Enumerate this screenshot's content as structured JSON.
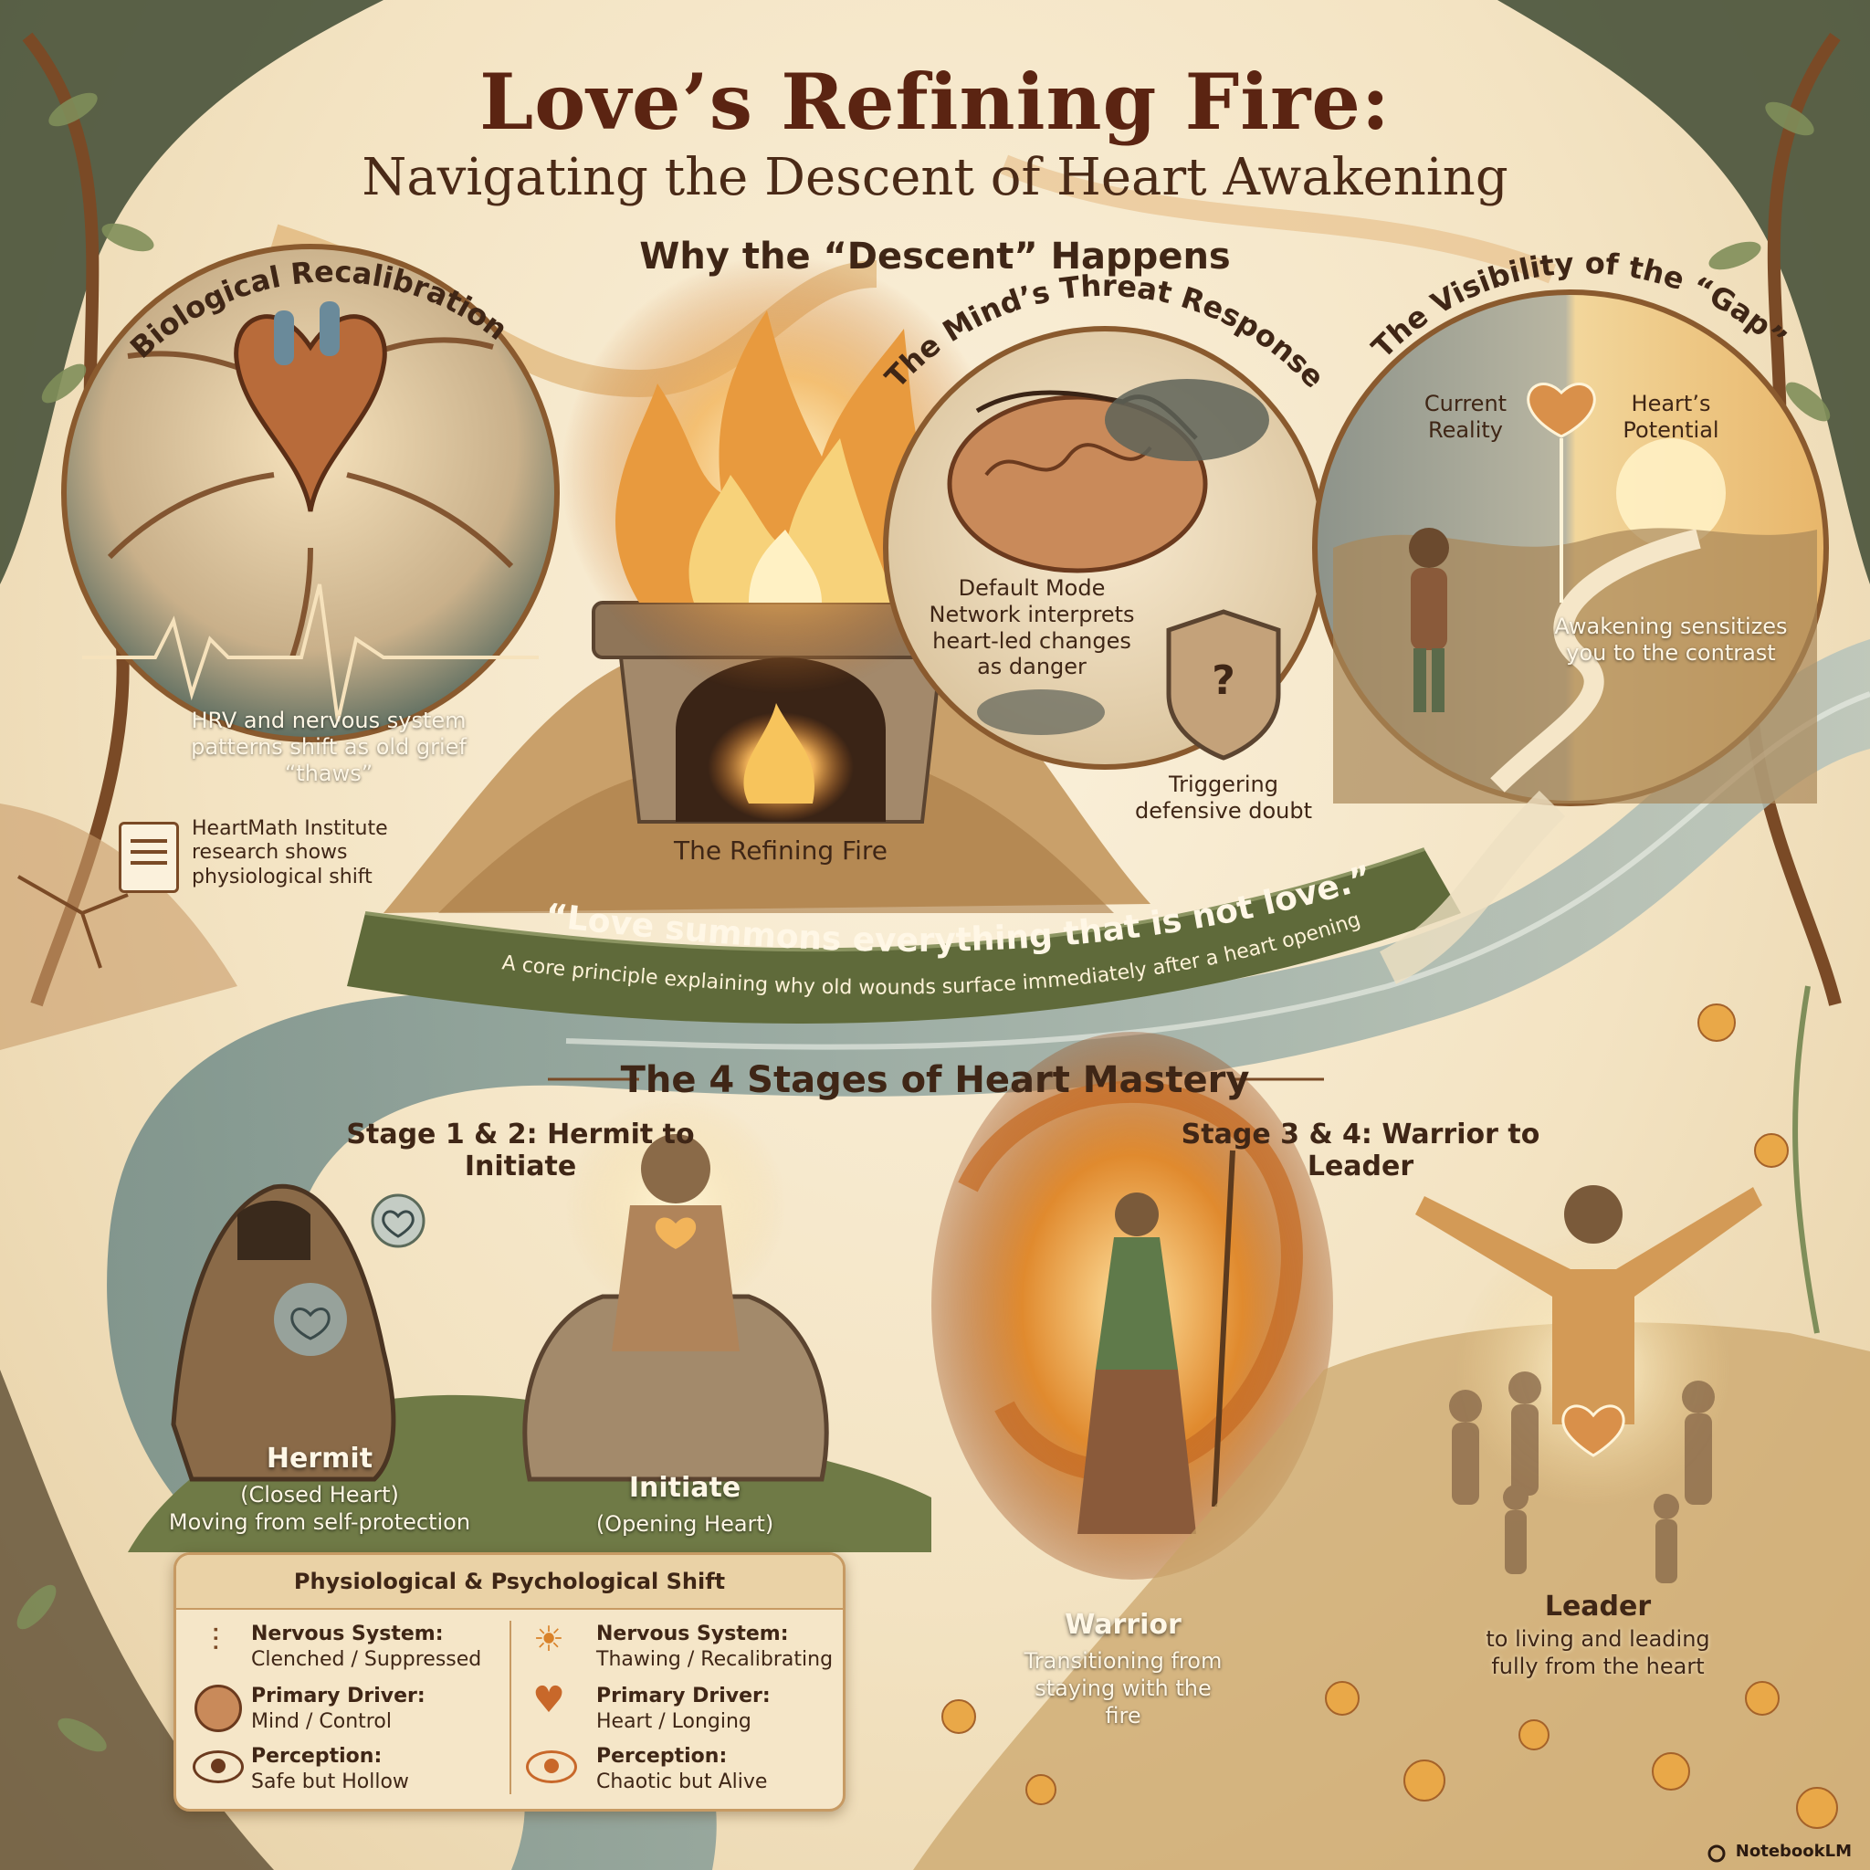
{
  "header": {
    "title": "Love’s Refining Fire:",
    "subtitle": "Navigating the Descent of Heart Awakening"
  },
  "why_section": {
    "heading": "Why the “Descent” Happens",
    "panels": [
      {
        "label": "Biological Recalibration",
        "caption": "HRV and nervous system patterns shift as old grief “thaws”",
        "note": "HeartMath Institute research shows physiological shift"
      },
      {
        "label": "The Mind’s Threat Response",
        "caption": "Default Mode Network interprets heart-led changes as danger",
        "note": "Triggering defensive doubt"
      },
      {
        "label": "The Visibility of the “Gap”",
        "left_label": "Current Reality",
        "right_label": "Heart’s Potential",
        "caption": "Awakening sensitizes you to the contrast"
      }
    ],
    "center_label": "The Refining Fire"
  },
  "quote": {
    "text": "“Love summons everything that is not love.”",
    "subtext": "A core principle explaining why old wounds surface immediately after a heart opening"
  },
  "stages_section": {
    "heading": "The 4 Stages of Heart Mastery",
    "left_heading": "Stage 1 & 2: Hermit to Initiate",
    "right_heading": "Stage 3 & 4: Warrior to Leader",
    "hermit": {
      "name": "Hermit",
      "state": "(Closed Heart)",
      "desc": "Moving from self-protection"
    },
    "initiate": {
      "name": "Initiate",
      "state": "(Opening Heart)"
    },
    "warrior": {
      "name": "Warrior",
      "desc": "Transitioning from staying with the fire"
    },
    "leader": {
      "name": "Leader",
      "desc": "to living and leading fully from the heart"
    }
  },
  "shift_table": {
    "title": "Physiological & Psychological Shift",
    "left": [
      {
        "icon": "clenched-lines-icon",
        "label": "Nervous System:",
        "value": "Clenched / Suppressed"
      },
      {
        "icon": "brain-icon",
        "label": "Primary Driver:",
        "value": "Mind / Control"
      },
      {
        "icon": "eye-icon",
        "label": "Perception:",
        "value": "Safe but Hollow"
      }
    ],
    "right": [
      {
        "icon": "sun-icon",
        "label": "Nervous System:",
        "value": "Thawing / Recalibrating"
      },
      {
        "icon": "heart-icon",
        "label": "Primary Driver:",
        "value": "Heart / Longing"
      },
      {
        "icon": "radiant-eye-icon",
        "label": "Perception:",
        "value": "Chaotic but Alive"
      }
    ]
  },
  "brand": "NotebookLM",
  "colors": {
    "accent": "#5b2412",
    "parchment": "#f3e6cc",
    "river": "#7f9a95",
    "fire": "#e08a2e",
    "banner": "#5f6a3a"
  }
}
